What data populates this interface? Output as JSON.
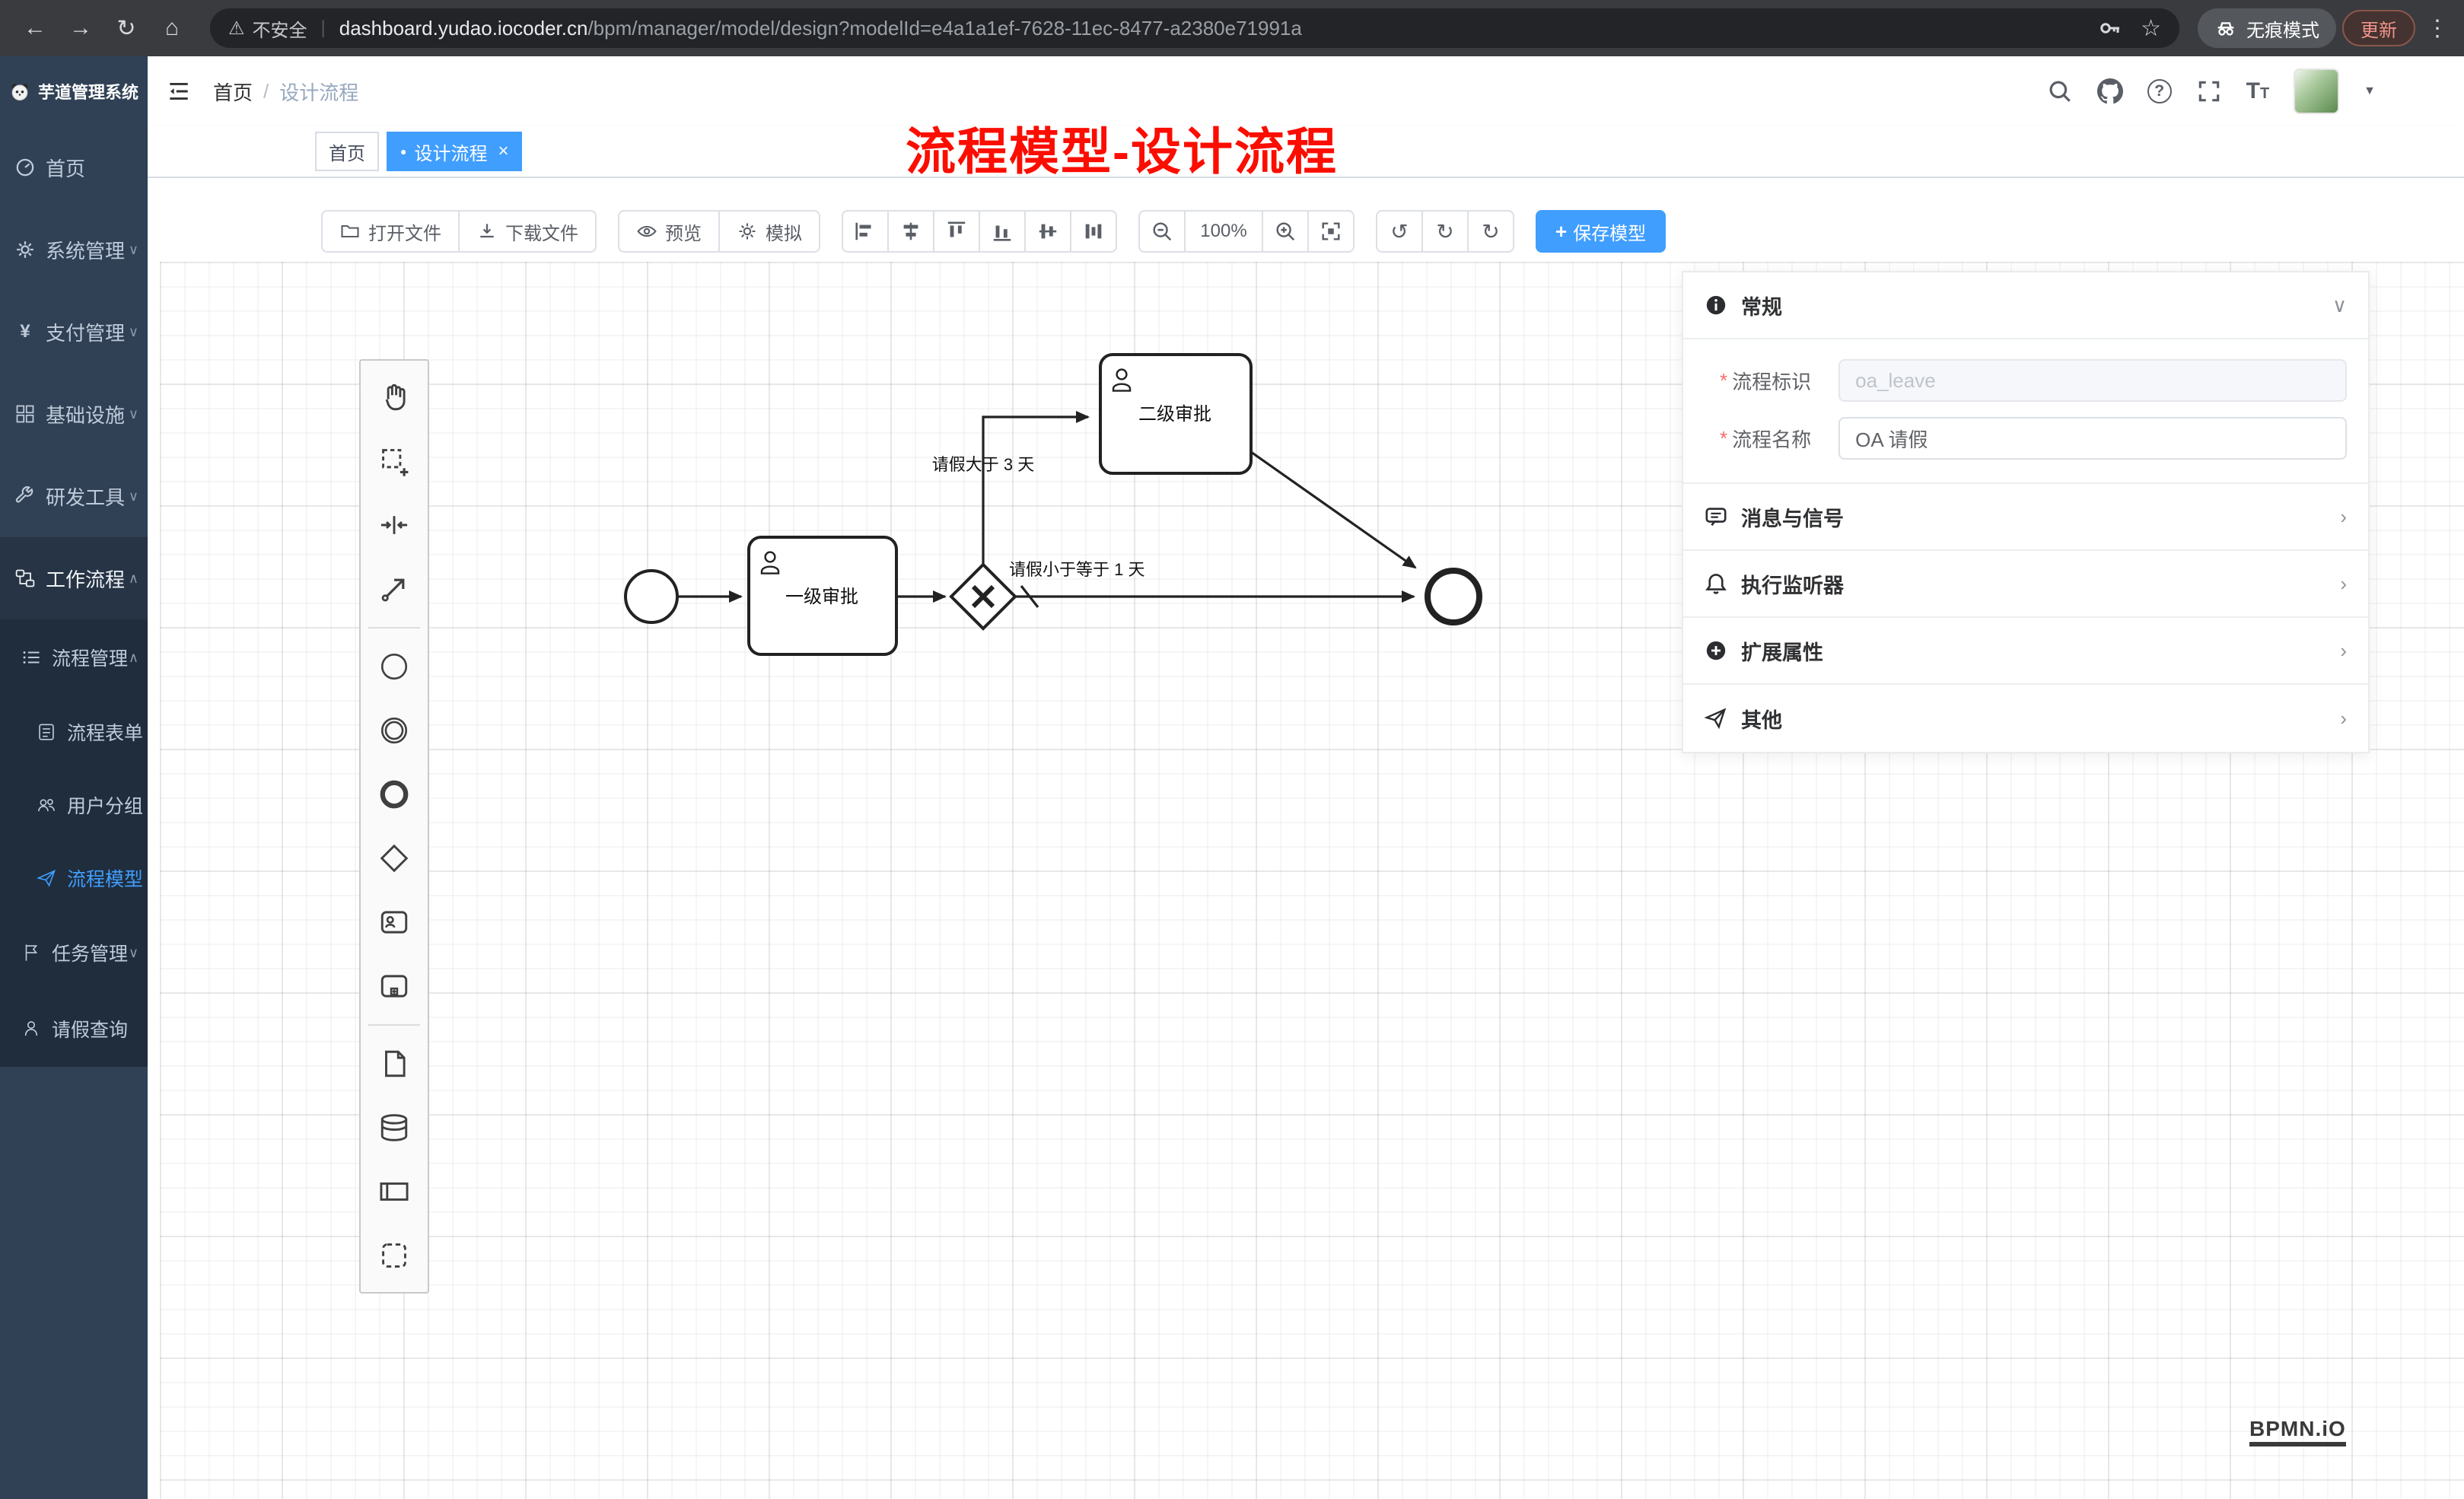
{
  "browser": {
    "security": "不安全",
    "url_host": "dashboard.yudao.iocoder.cn",
    "url_path": "/bpm/manager/model/design?modelId=e4a1a1ef-7628-11ec-8477-a2380e71991a",
    "incognito": "无痕模式",
    "update": "更新"
  },
  "sidebar": {
    "title": "芋道管理系统",
    "items": [
      {
        "label": "首页"
      },
      {
        "label": "系统管理"
      },
      {
        "label": "支付管理"
      },
      {
        "label": "基础设施"
      },
      {
        "label": "研发工具"
      },
      {
        "label": "工作流程"
      }
    ],
    "submenu": [
      {
        "label": "流程管理"
      },
      {
        "label": "流程表单"
      },
      {
        "label": "用户分组"
      },
      {
        "label": "流程模型"
      },
      {
        "label": "任务管理"
      },
      {
        "label": "请假查询"
      }
    ]
  },
  "header": {
    "breadcrumb_home": "首页",
    "breadcrumb_current": "设计流程",
    "annotation": "流程模型-设计流程"
  },
  "tabs": [
    {
      "label": "首页"
    },
    {
      "label": "设计流程"
    }
  ],
  "toolbar": {
    "open": "打开文件",
    "download": "下载文件",
    "preview": "预览",
    "simulate": "模拟",
    "zoom": "100%",
    "save": "保存模型"
  },
  "canvas": {
    "bpmn": {
      "task1": "一级审批",
      "task2": "二级审批",
      "flow_up_label": "请假大于 3 天",
      "flow_right_label": "请假小于等于 1 天"
    },
    "watermark": "BPMN.iO"
  },
  "properties": {
    "sections": [
      {
        "label": "常规"
      },
      {
        "label": "消息与信号"
      },
      {
        "label": "执行监听器"
      },
      {
        "label": "扩展属性"
      },
      {
        "label": "其他"
      }
    ],
    "fields": [
      {
        "label": "流程标识",
        "value": "oa_leave"
      },
      {
        "label": "流程名称",
        "value": "OA 请假"
      }
    ]
  },
  "icons": {
    "back": "←",
    "forward": "→",
    "reload": "↻",
    "home": "⌂",
    "warning": "⚠",
    "pipe": "|",
    "star": "☆",
    "more": "⋮",
    "chevron_down": "∨",
    "chevron_up": "∧",
    "chevron_right": "›",
    "close": "×",
    "dot": "●",
    "plus": "+",
    "caret_down": "▼",
    "undo": "↺",
    "redo": "↻",
    "refresh": "↻",
    "question": "?",
    "slash": "/",
    "yen": "¥",
    "letter_T": "T",
    "required": "*"
  },
  "colors": {
    "accent": "#409eff",
    "annotation": "#fb0d00",
    "sidebar_bg": "#304156",
    "submenu_bg": "#1f2d3d"
  }
}
